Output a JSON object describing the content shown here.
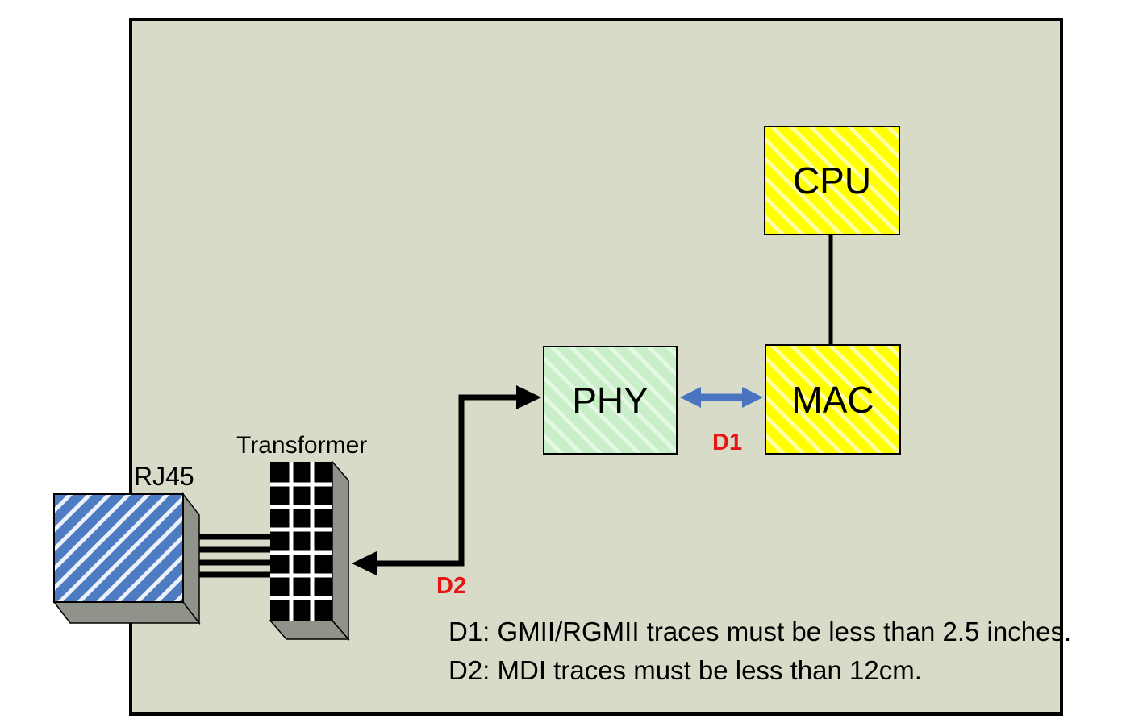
{
  "canvas": {
    "background": "#ffffff"
  },
  "panel": {
    "background": "#d8dbc8",
    "border_color": "#000000"
  },
  "boxes": {
    "cpu": {
      "label": "CPU",
      "fill": "#ffff00",
      "stripe": "#ffffa2",
      "text_color": "#000000"
    },
    "mac": {
      "label": "MAC",
      "fill": "#ffff00",
      "stripe": "#ffffa2",
      "text_color": "#000000"
    },
    "phy": {
      "label": "PHY",
      "fill": "#c9efc9",
      "stripe": "#e4f9e4",
      "text_color": "#000000"
    },
    "rj45": {
      "label": "RJ45",
      "fill": "#4d7cc3",
      "stripe": "#edf2fa",
      "side_color": "#8f9389"
    },
    "transformer": {
      "label": "Transformer",
      "fill": "#000000",
      "grid_color": "#ffffff",
      "side_color": "#8f9389"
    }
  },
  "annotations": {
    "d1": {
      "text": "D1",
      "color": "#e81515"
    },
    "d2": {
      "text": "D2",
      "color": "#e81515"
    }
  },
  "notes": {
    "line1": "D1: GMII/RGMII traces must be less than 2.5 inches.",
    "line2": "D2: MDI traces must be less than 12cm."
  },
  "connectors": {
    "cpu_mac": {
      "color": "#000000",
      "style": "vertical-line"
    },
    "phy_mac": {
      "color": "#4a74bf",
      "style": "double-arrow"
    },
    "phy_transformer": {
      "color": "#000000",
      "style": "elbow-double-arrow"
    },
    "rj45_transformer": {
      "color": "#000000",
      "style": "four-wires"
    }
  }
}
